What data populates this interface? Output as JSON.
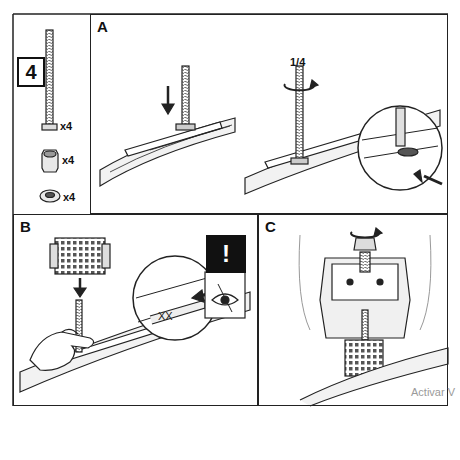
{
  "diagram": {
    "nodes": [
      {
        "text": [
          "4"
        ]
      },
      {
        "text": [
          "A"
        ]
      },
      {
        "text": [
          "B"
        ]
      },
      {
        "text": [
          "!"
        ],
        "in": 2
      },
      {
        "text": [
          "C"
        ]
      }
    ],
    "labels": [
      "x4",
      "x4",
      "x4",
      "1/4",
      "XX",
      "Activar V"
    ]
  }
}
